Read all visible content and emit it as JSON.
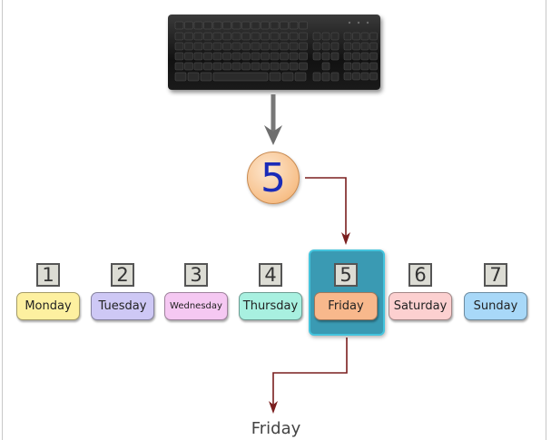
{
  "input": {
    "value": "5"
  },
  "days": [
    {
      "number": "1",
      "name": "Monday",
      "color": "#fdf0a0"
    },
    {
      "number": "2",
      "name": "Tuesday",
      "color": "#cec8f5"
    },
    {
      "number": "3",
      "name": "Wednesday",
      "color": "#f5c8f2"
    },
    {
      "number": "4",
      "name": "Thursday",
      "color": "#a8f0e0"
    },
    {
      "number": "5",
      "name": "Friday",
      "color": "#f8b88c"
    },
    {
      "number": "6",
      "name": "Saturday",
      "color": "#fcd0d0"
    },
    {
      "number": "7",
      "name": "Sunday",
      "color": "#a8d8f8"
    }
  ],
  "selected_index": 4,
  "result": {
    "value": "Friday"
  },
  "colors": {
    "highlight": "#3a9ab3",
    "arrow_dark_red": "#7a1e1e",
    "arrow_gray": "#777777",
    "number_text": "#1a2bb8"
  },
  "icons": {
    "keyboard": "keyboard-icon"
  }
}
